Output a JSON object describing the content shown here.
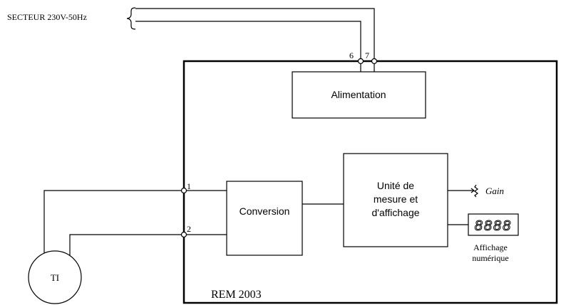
{
  "supply": {
    "label": "SECTEUR 230V-50Hz"
  },
  "device": {
    "name": "REM 2003"
  },
  "terminals": {
    "t1": "1",
    "t2": "2",
    "t6": "6",
    "t7": "7"
  },
  "blocks": {
    "alimentation": "Alimentation",
    "conversion": "Conversion",
    "unit_line1": "Unité de",
    "unit_line2": "mesure et",
    "unit_line3": "d'affichage"
  },
  "gain": {
    "label": "Gain"
  },
  "display": {
    "digits": "8888",
    "caption_line1": "Affichage",
    "caption_line2": "numérique"
  },
  "transformer": {
    "label": "TI"
  },
  "icons": {
    "potentiometer": "potentiometer-icon",
    "seven_segment": "seven-segment-display-icon",
    "brace": "brace-icon"
  }
}
